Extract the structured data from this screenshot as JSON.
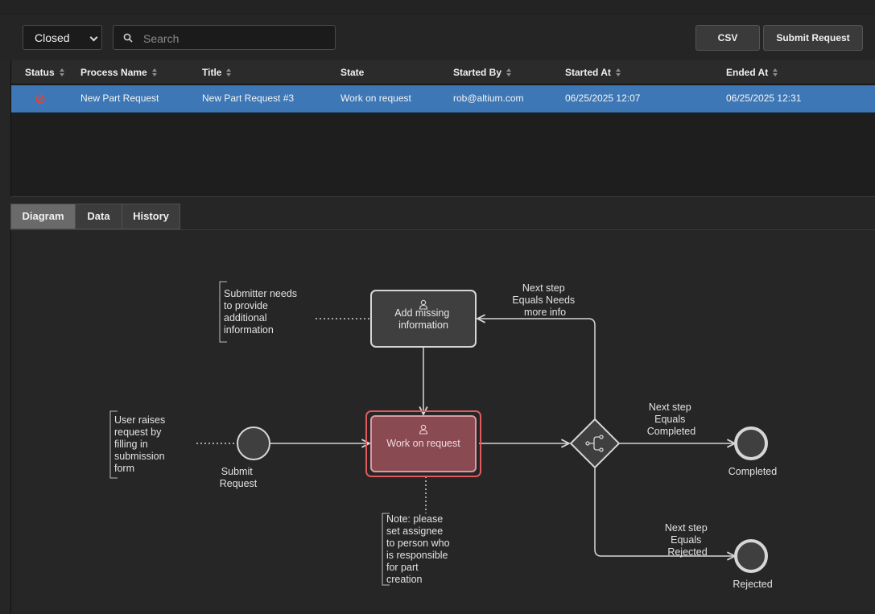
{
  "toolbar": {
    "filter_value": "Closed",
    "search_placeholder": "Search",
    "csv_label": "CSV",
    "submit_label": "Submit Request"
  },
  "table": {
    "columns": [
      "Status",
      "Process Name",
      "Title",
      "State",
      "Started By",
      "Started At",
      "Ended At"
    ],
    "rows": [
      {
        "status": "closed",
        "process_name": "New Part Request",
        "title": "New Part Request #3",
        "state": "Work on request",
        "started_by": "rob@altium.com",
        "started_at": "06/25/2025 12:07",
        "ended_at": "06/25/2025 12:31"
      }
    ]
  },
  "tabs": [
    "Diagram",
    "Data",
    "History"
  ],
  "active_tab": "Diagram",
  "diagram": {
    "tasks": {
      "add_missing": [
        "Add missing",
        "information"
      ],
      "work_on_request": [
        "Work on request"
      ]
    },
    "events": {
      "start": [
        "Submit",
        "Request"
      ],
      "completed": [
        "Completed"
      ],
      "rejected": [
        "Rejected"
      ]
    },
    "flows": {
      "needs_info": [
        "Next step",
        "Equals Needs",
        "more info"
      ],
      "completed": [
        "Next step",
        "Equals",
        "Completed"
      ],
      "rejected": [
        "Next step",
        "Equals",
        "Rejected"
      ]
    },
    "annotations": {
      "submitter": [
        "Submitter needs",
        "to provide",
        "additional",
        "information"
      ],
      "user": [
        "User raises",
        "request by",
        "filling in",
        "submission",
        "form"
      ],
      "note": [
        "Note: please",
        "set assignee",
        "to person who",
        "is responsible",
        "for part",
        "creation"
      ]
    }
  },
  "colors": {
    "row_selected": "#3d77b5",
    "active_task": "#8a4a52",
    "status_closed": "#e0453a"
  }
}
